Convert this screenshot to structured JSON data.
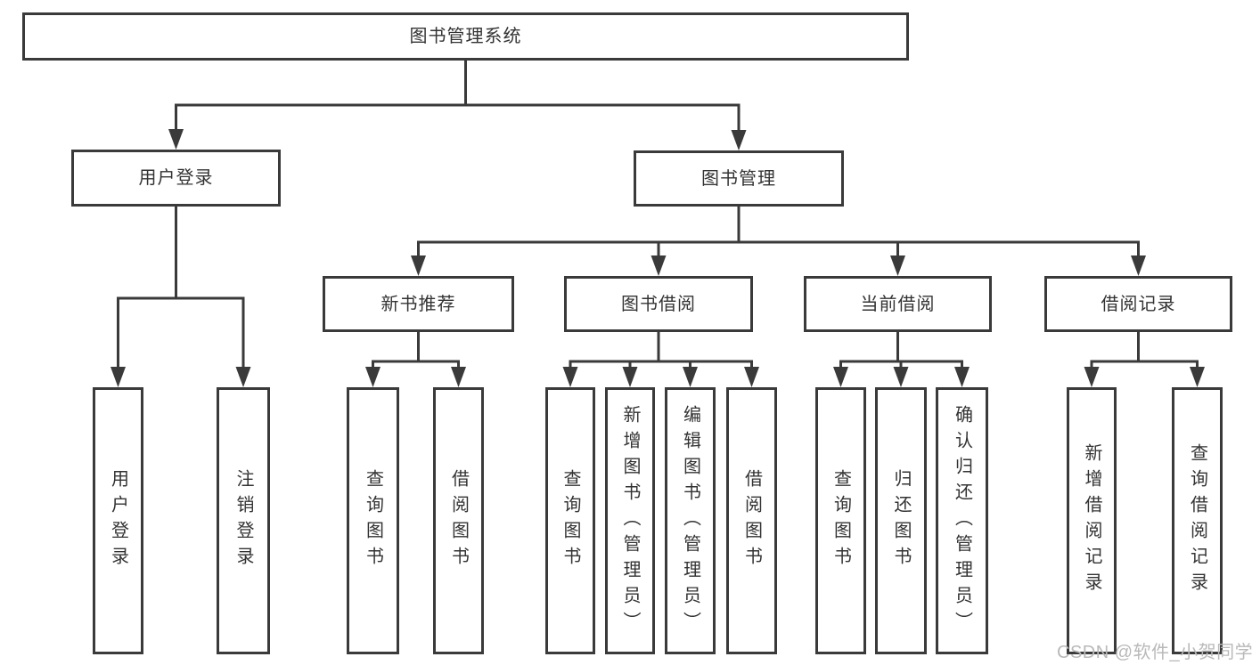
{
  "tree": {
    "root": {
      "label": "图书管理系统"
    },
    "children": [
      {
        "label": "用户登录",
        "children": [
          {
            "label": "用户登录"
          },
          {
            "label": "注销登录"
          }
        ]
      },
      {
        "label": "图书管理",
        "children": [
          {
            "label": "新书推荐",
            "children": [
              {
                "label": "查询图书"
              },
              {
                "label": "借阅图书"
              }
            ]
          },
          {
            "label": "图书借阅",
            "children": [
              {
                "label": "查询图书"
              },
              {
                "label": "新增图书（管理员）"
              },
              {
                "label": "编辑图书（管理员）"
              },
              {
                "label": "借阅图书"
              }
            ]
          },
          {
            "label": "当前借阅",
            "children": [
              {
                "label": "查询图书"
              },
              {
                "label": "归还图书"
              },
              {
                "label": "确认归还（管理员）"
              }
            ]
          },
          {
            "label": "借阅记录",
            "children": [
              {
                "label": "新增借阅记录"
              },
              {
                "label": "查询借阅记录"
              }
            ]
          }
        ]
      }
    ]
  },
  "watermark": "CSDN @软件_小贺同学",
  "colors": {
    "line": "#3a3a3a",
    "text": "#333333",
    "background": "#ffffff",
    "watermark": "#b9b9b9"
  }
}
